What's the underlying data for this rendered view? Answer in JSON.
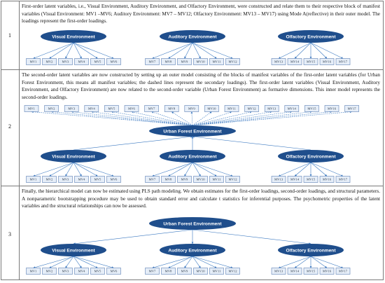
{
  "rows": [
    {
      "number": "1",
      "text": "First-order latent variables, i.e., Visual Environment, Auditory Environment, and Olfactory Environment, were constructed and relate them to their respective block of manifest variables (Visual Environment: MV1 –MV6; Auditory Environment: MV7 – MV12; Olfactory Environment: MV13 – MV17) using Mode A(reflective) in their outer model. The loadings represent the first-order loadings."
    },
    {
      "number": "2",
      "text": "The second-order latent variables are now constructed by setting up an outer model consisting of the blocks of manifest variables of the first-order latent variables (for Urban Forest Environment, this means all manifest variables; the dashed lines represent the secondary loadings). The first-order latent variables (Visual Environment, Auditory Environment, and Olfactory Environment) are now related to the second-order variable (Urban Forest Environment) as formative dimensions. This inner model represents the second-order loadings."
    },
    {
      "number": "3",
      "text": "Finally, the hierarchical model can now be estimated using PLS path modeling. We obtain estimates for the first-order loadings, second-order loadings, and structural parameters. A nonparametric bootstrapping procedure may be used to obtain standard error and calculate t statistics for inferential purposes. The psychometric properties of the latent variables and the structural relationships can now be assessed."
    }
  ],
  "latent": {
    "visual": "Visual Environment",
    "auditory": "Auditory Environment",
    "olfactory": "Olfactory Environment",
    "urban": "Urban Forest Environment"
  },
  "manifest": {
    "visual": [
      "MV1",
      "MV2",
      "MV3",
      "MV4",
      "MV5",
      "MV6"
    ],
    "auditory": [
      "MV7",
      "MV8",
      "MV9",
      "MV10",
      "MV11",
      "MV12"
    ],
    "olfactory": [
      "MV13",
      "MV14",
      "MV15",
      "MV16",
      "MV17"
    ]
  },
  "colors": {
    "ellipse": "#1f4e8c",
    "arrow": "#3a78c0",
    "mv_fill": "#e6eef8",
    "mv_border": "#5b7fb3",
    "border": "#7a7a7a"
  }
}
